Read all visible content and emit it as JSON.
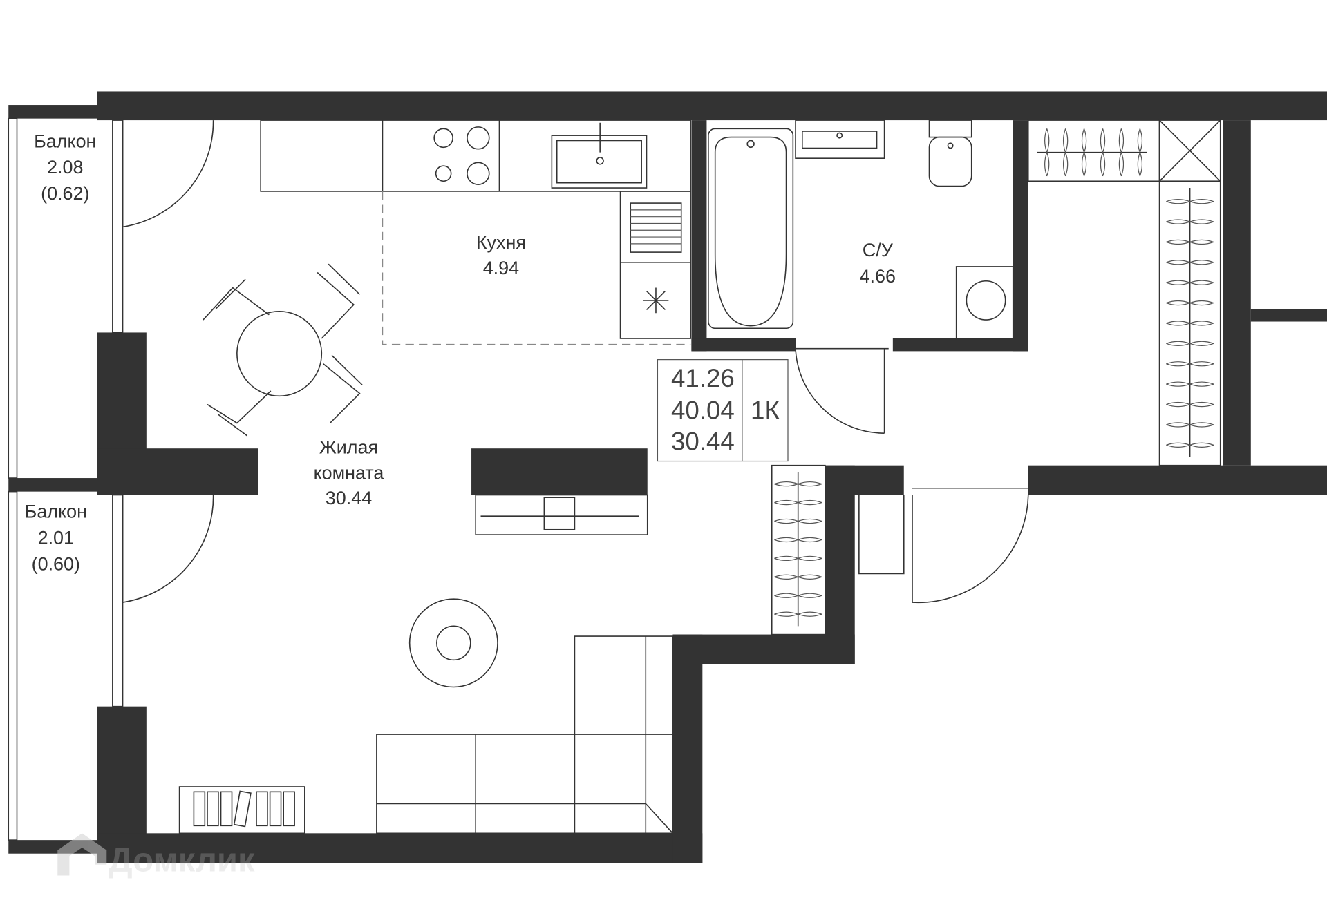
{
  "rooms": {
    "balcony_top": {
      "name": "Балкон",
      "area": "2.08",
      "area_coef": "(0.62)"
    },
    "balcony_bottom": {
      "name": "Балкон",
      "area": "2.01",
      "area_coef": "(0.60)"
    },
    "kitchen": {
      "name": "Кухня",
      "area": "4.94"
    },
    "bathroom": {
      "name": "С/У",
      "area": "4.66"
    },
    "living": {
      "name_line1": "Жилая",
      "name_line2": "комната",
      "area": "30.44"
    }
  },
  "summary": {
    "total_area": "41.26",
    "area_no_balcony": "40.04",
    "living_area": "30.44",
    "rooms_type": "1К"
  },
  "watermark": "Домклик",
  "colors": {
    "wall": "#333333",
    "line": "#333333",
    "background": "#ffffff"
  }
}
